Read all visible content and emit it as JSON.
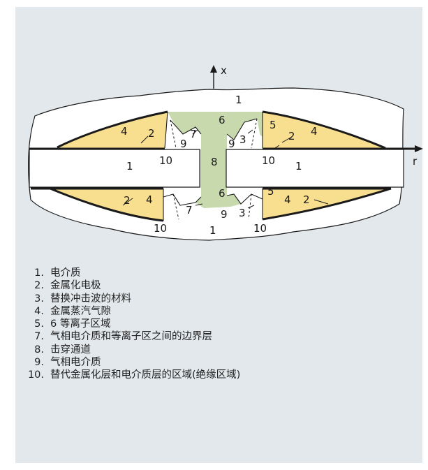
{
  "diagram": {
    "axis_x_label": "x",
    "axis_r_label": "r",
    "colors": {
      "background": "#e3e8ec",
      "metal_vapor_gap": "#f8df8f",
      "plasma_region": "#c8d9ae",
      "outline": "#1a1a1a"
    },
    "labels": {
      "l1_top": "1",
      "l1_left": "1",
      "l1_right": "1",
      "l1_bottom": "1",
      "l2_tl": "2",
      "l2_tr": "2",
      "l2_bl": "2",
      "l2_br": "2",
      "l3_top": "3",
      "l3_bottom": "3",
      "l4_tl": "4",
      "l4_tr": "4",
      "l4_bl": "4",
      "l4_br": "4",
      "l5_top": "5",
      "l5_bottom": "5",
      "l6_top": "6",
      "l6_bottom": "6",
      "l7_top": "7",
      "l7_bottom": "7",
      "l8": "8",
      "l9_tl": "9",
      "l9_tr": "9",
      "l9_bottom": "9",
      "l10_tl": "10",
      "l10_tr": "10",
      "l10_bl": "10",
      "l10_br": "10"
    }
  },
  "legend": [
    {
      "num": "1.",
      "text": "电介质"
    },
    {
      "num": "2.",
      "text": "金属化电极"
    },
    {
      "num": "3.",
      "text": "替换冲击波的材料"
    },
    {
      "num": "4.",
      "text": "金属蒸汽气隙"
    },
    {
      "num": "5.",
      "text": "6 等离子区域"
    },
    {
      "num": "7.",
      "text": "气相电介质和等离子区之间的边界层"
    },
    {
      "num": "8.",
      "text": "击穿通道"
    },
    {
      "num": "9.",
      "text": "气相电介质"
    },
    {
      "num": "10.",
      "text": "替代金属化层和电介质层的区域(绝缘区域)"
    }
  ]
}
